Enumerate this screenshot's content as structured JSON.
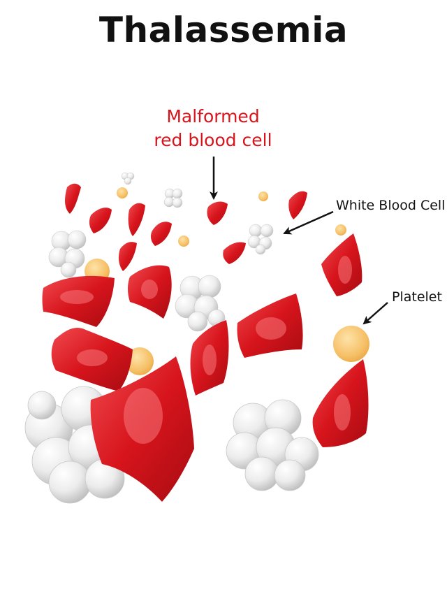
{
  "title": "Thalassemia",
  "labels": {
    "malformed_line1": "Malformed",
    "malformed_line2": "red blood cell",
    "white_blood_cell": "White Blood Cell",
    "platelet": "Platelet"
  },
  "colors": {
    "title": "#111111",
    "malformed_label": "#d7141c",
    "red_cell": "#d7141c",
    "white_cell": "#e6e6e6",
    "platelet": "#f6c067"
  },
  "icons": {
    "arrow": "arrow-icon"
  }
}
